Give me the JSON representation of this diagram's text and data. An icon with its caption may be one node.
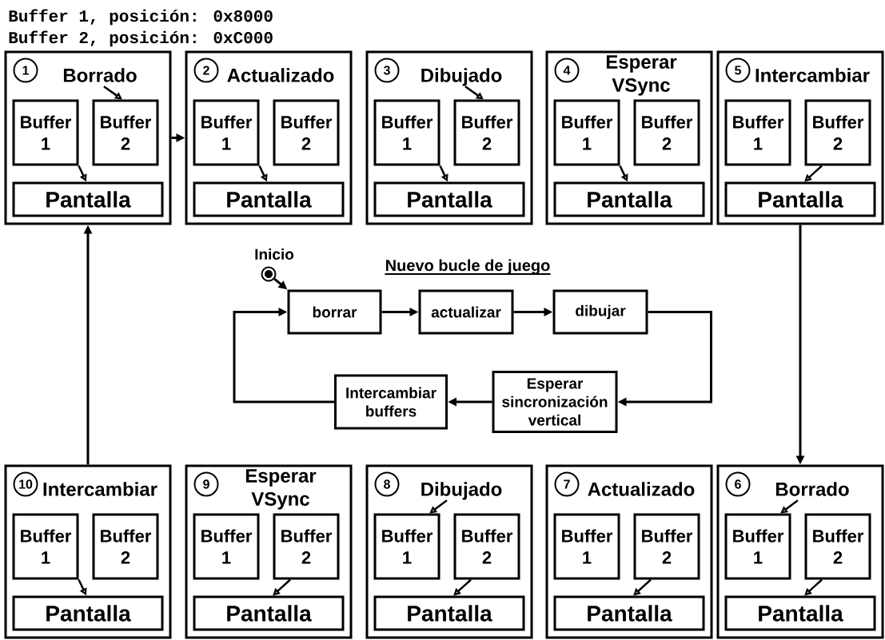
{
  "diagram": {
    "nodes": [
      {
        "text": [],
        "shape": "box"
      },
      {
        "text": [
          "1"
        ],
        "in": 0
      },
      {
        "text": [
          "Borrado"
        ],
        "in": 0
      },
      {
        "text": [
          "Buffer 1"
        ],
        "in": 0
      },
      {
        "text": [
          "Buffer 2"
        ],
        "in": 0
      },
      {
        "text": [
          "Pantalla"
        ],
        "in": 0
      },
      {
        "text": [],
        "shape": "box"
      },
      {
        "text": [
          "2"
        ],
        "in": 6
      },
      {
        "text": [
          "Actualizado"
        ],
        "in": 6
      },
      {
        "text": [
          "Buffer 1"
        ],
        "in": 6
      },
      {
        "text": [
          "Buffer 2"
        ],
        "in": 6
      },
      {
        "text": [
          "Pantalla"
        ],
        "in": 6
      },
      {
        "text": [],
        "shape": "box"
      },
      {
        "text": [
          "3"
        ],
        "in": 12
      },
      {
        "text": [
          "Dibujado"
        ],
        "in": 12
      },
      {
        "text": [
          "Buffer 1"
        ],
        "in": 12
      },
      {
        "text": [
          "Buffer 2"
        ],
        "in": 12
      },
      {
        "text": [
          "Pantalla"
        ],
        "in": 12
      },
      {
        "text": [],
        "shape": "box"
      },
      {
        "text": [
          "4"
        ],
        "in": 18
      },
      {
        "text": [
          "Esperar VSync"
        ],
        "in": 18
      },
      {
        "text": [
          "Buffer 1"
        ],
        "in": 18
      },
      {
        "text": [
          "Buffer 2"
        ],
        "in": 18
      },
      {
        "text": [
          "Pantalla"
        ],
        "in": 18
      },
      {
        "text": [],
        "shape": "box"
      },
      {
        "text": [
          "5"
        ],
        "in": 24
      },
      {
        "text": [
          "Intercambiar"
        ],
        "in": 24
      },
      {
        "text": [
          "Buffer 1"
        ],
        "in": 24
      },
      {
        "text": [
          "Buffer 2"
        ],
        "in": 24
      },
      {
        "text": [
          "Pantalla"
        ],
        "in": 24
      },
      {
        "text": [],
        "shape": "circle",
        "beside": [
          "Inicio"
        ]
      },
      {
        "text": [
          "borrar"
        ]
      },
      {
        "text": [
          "actualizar"
        ]
      },
      {
        "text": [
          "dibujar"
        ]
      },
      {
        "text": [
          "Intercambiar buffers"
        ]
      },
      {
        "text": [
          "Esperar sincronización vertical"
        ]
      },
      {
        "text": [],
        "shape": "box"
      },
      {
        "text": [
          "10"
        ],
        "in": 36
      },
      {
        "text": [
          "Intercambiar"
        ],
        "in": 36
      },
      {
        "text": [
          "Buffer 1"
        ],
        "in": 36
      },
      {
        "text": [
          "Buffer 2"
        ],
        "in": 36
      },
      {
        "text": [
          "Pantalla"
        ],
        "in": 36
      },
      {
        "text": [],
        "shape": "box"
      },
      {
        "text": [
          "9"
        ],
        "in": 42
      },
      {
        "text": [
          "Esperar VSync"
        ],
        "in": 42
      },
      {
        "text": [
          "Buffer 1"
        ],
        "in": 42
      },
      {
        "text": [
          "Buffer 2"
        ],
        "in": 42
      },
      {
        "text": [
          "Pantalla"
        ],
        "in": 42
      },
      {
        "text": [],
        "shape": "box"
      },
      {
        "text": [
          "8"
        ],
        "in": 48
      },
      {
        "text": [
          "Dibujado"
        ],
        "in": 48
      },
      {
        "text": [
          "Buffer 1"
        ],
        "in": 48
      },
      {
        "text": [
          "Buffer 2"
        ],
        "in": 48
      },
      {
        "text": [
          "Pantalla"
        ],
        "in": 48
      },
      {
        "text": [],
        "shape": "box"
      },
      {
        "text": [
          "7"
        ],
        "in": 54
      },
      {
        "text": [
          "Actualizado"
        ],
        "in": 54
      },
      {
        "text": [
          "Buffer 1"
        ],
        "in": 54
      },
      {
        "text": [
          "Buffer 2"
        ],
        "in": 54
      },
      {
        "text": [
          "Pantalla"
        ],
        "in": 54
      },
      {
        "text": [],
        "shape": "box"
      },
      {
        "text": [
          "6"
        ],
        "in": 60
      },
      {
        "text": [
          "Borrado"
        ],
        "in": 60
      },
      {
        "text": [
          "Buffer 1"
        ],
        "in": 60
      },
      {
        "text": [
          "Buffer 2"
        ],
        "in": 60
      },
      {
        "text": [
          "Pantalla"
        ],
        "in": 60
      }
    ],
    "edges": [
      {
        "from": 2,
        "to": 4,
        "arrow": "to"
      },
      {
        "from": 3,
        "to": 5,
        "arrow": "to"
      },
      {
        "from": 9,
        "to": 11,
        "arrow": "to"
      },
      {
        "from": 14,
        "to": 16,
        "arrow": "to"
      },
      {
        "from": 15,
        "to": 17,
        "arrow": "to"
      },
      {
        "from": 21,
        "to": 23,
        "arrow": "to"
      },
      {
        "from": 28,
        "to": 29,
        "arrow": "to"
      },
      {
        "from": 0,
        "to": 6,
        "arrow": "to"
      },
      {
        "from": 24,
        "to": 60,
        "arrow": "to"
      },
      {
        "from": 36,
        "to": 0,
        "arrow": "to"
      },
      {
        "from": 30,
        "to": 31,
        "arrow": "to"
      },
      {
        "from": 31,
        "to": 32,
        "arrow": "to"
      },
      {
        "from": 32,
        "to": 33,
        "arrow": "to"
      },
      {
        "from": 33,
        "to": 35,
        "arrow": "to"
      },
      {
        "from": 35,
        "to": 34,
        "arrow": "to"
      },
      {
        "from": 34,
        "to": 31,
        "arrow": "to"
      },
      {
        "from": 39,
        "to": 41,
        "arrow": "to"
      },
      {
        "from": 46,
        "to": 47,
        "arrow": "to"
      },
      {
        "from": 50,
        "to": 51,
        "arrow": "to"
      },
      {
        "from": 52,
        "to": 53,
        "arrow": "to"
      },
      {
        "from": 58,
        "to": 59,
        "arrow": "to"
      },
      {
        "from": 62,
        "to": 63,
        "arrow": "to"
      },
      {
        "from": 64,
        "to": 65,
        "arrow": "to"
      }
    ],
    "labels": [
      "Buffer 1, posición: 0x8000",
      "Buffer 2, posición: 0xC000",
      "Nuevo bucle de juego"
    ]
  }
}
